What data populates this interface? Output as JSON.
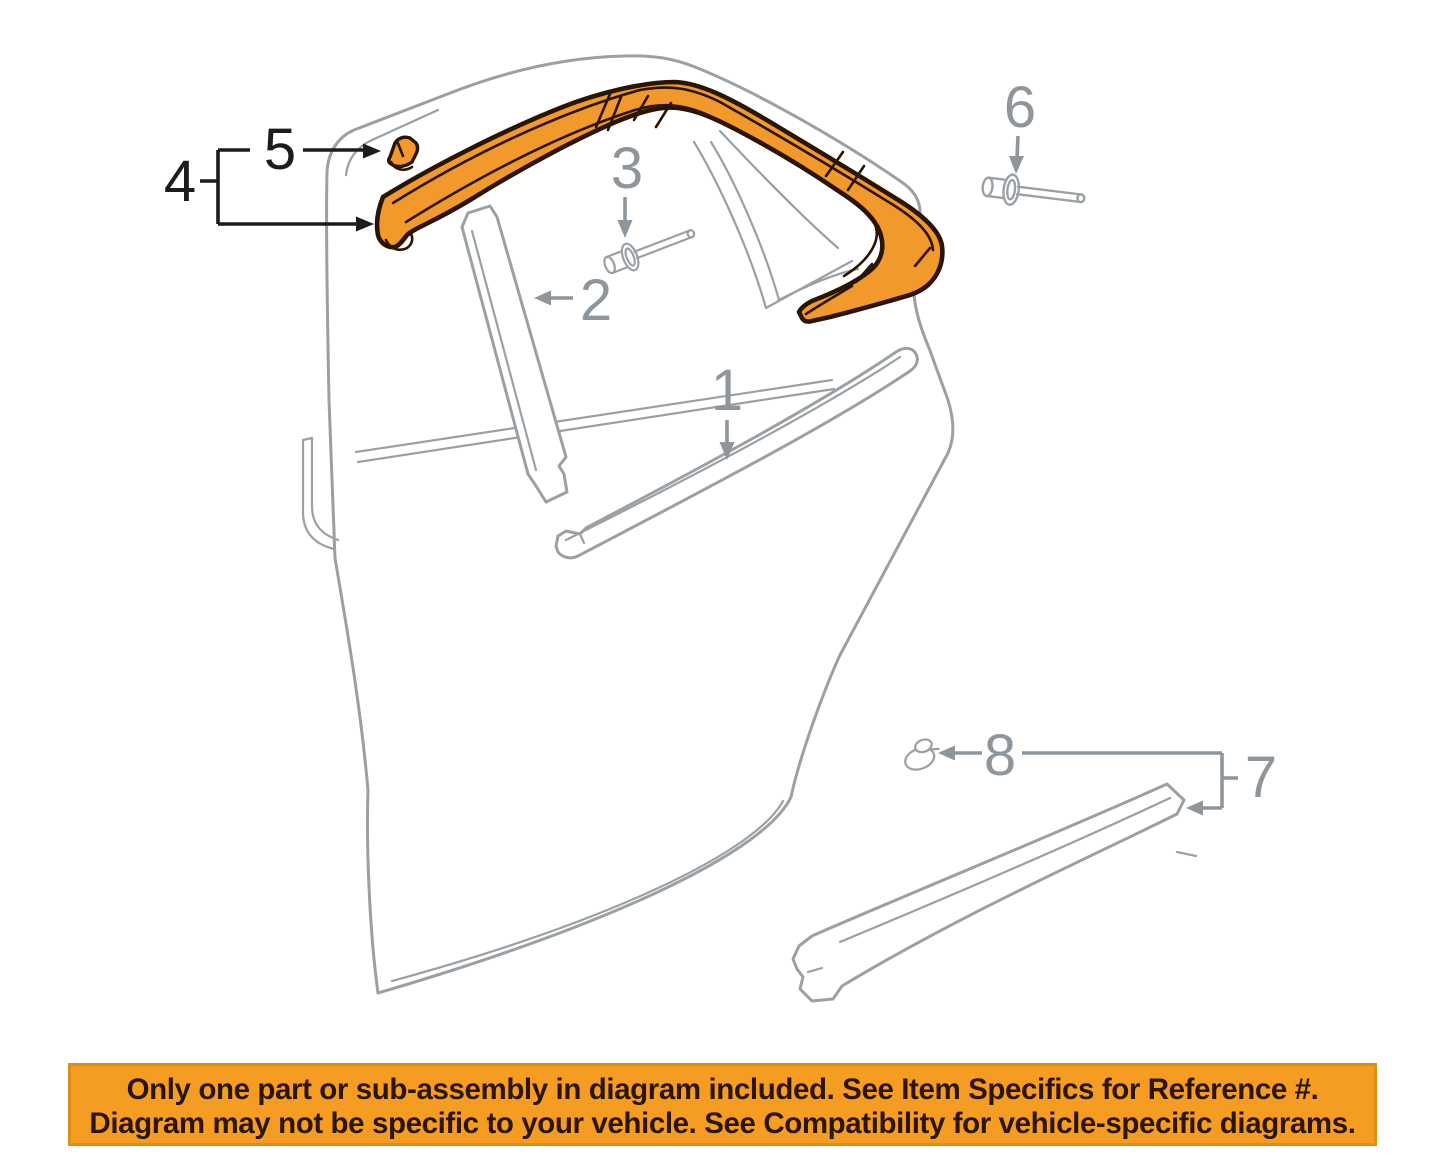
{
  "diagram": {
    "callouts": [
      {
        "text": "1",
        "style": "gray"
      },
      {
        "text": "2",
        "style": "gray"
      },
      {
        "text": "3",
        "style": "gray"
      },
      {
        "text": "4",
        "style": "black"
      },
      {
        "text": "5",
        "style": "black"
      },
      {
        "text": "6",
        "style": "gray"
      },
      {
        "text": "7",
        "style": "gray"
      },
      {
        "text": "8",
        "style": "gray"
      }
    ],
    "highlighted_callouts": [
      "4",
      "5"
    ]
  },
  "banner": {
    "line1": "Only one part or sub-assembly in diagram included. See Item Specifics for Reference #.",
    "line2": "Diagram may not be specific to your vehicle. See Compatibility for vehicle-specific diagrams."
  },
  "colors": {
    "part_highlight": "#F2992B",
    "part_outline": "#2A1402",
    "line_art": "#9AA0A4",
    "callout_gray": "#8F969B",
    "callout_black": "#1C1C1C",
    "banner_bg": "#F59D23",
    "banner_border": "#DE8E14",
    "banner_text": "#2B1507",
    "page_background": "#FFFFFF"
  }
}
